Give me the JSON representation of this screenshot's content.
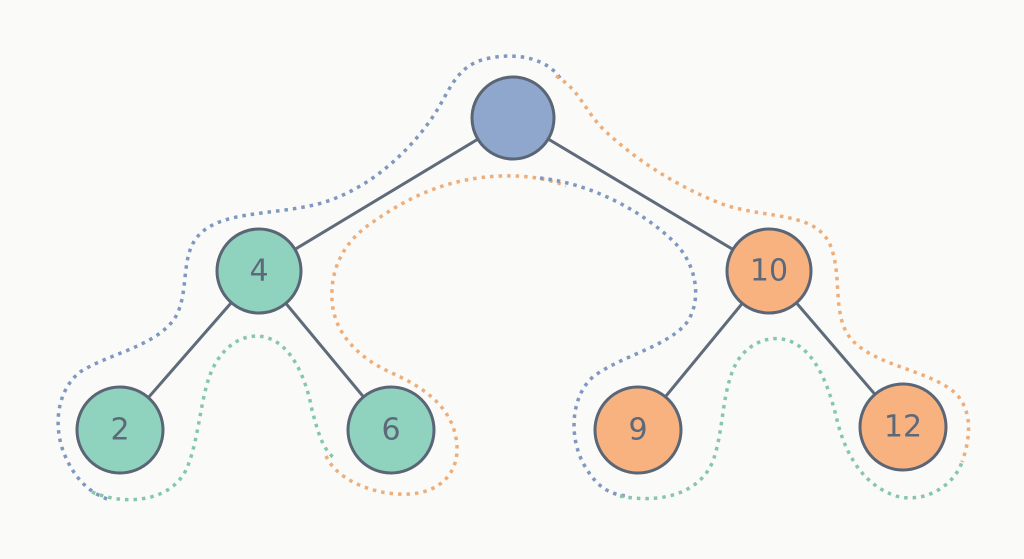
{
  "diagram": {
    "colors": {
      "root": "#8fa7cc",
      "left_subtree": "#8fd3bf",
      "right_subtree": "#f7b27f",
      "outline_blue": "#7f98c0",
      "outline_orange": "#eeae7a",
      "outline_green": "#86c7ac"
    },
    "nodes": [
      {
        "id": "root",
        "label": "",
        "color": "root"
      },
      {
        "id": "n4",
        "label": "4",
        "color": "left_subtree"
      },
      {
        "id": "n10",
        "label": "10",
        "color": "right_subtree"
      },
      {
        "id": "n2",
        "label": "2",
        "color": "left_subtree"
      },
      {
        "id": "n6",
        "label": "6",
        "color": "left_subtree"
      },
      {
        "id": "n9",
        "label": "9",
        "color": "right_subtree"
      },
      {
        "id": "n12",
        "label": "12",
        "color": "right_subtree"
      }
    ],
    "edges": [
      [
        "root",
        "n4"
      ],
      [
        "root",
        "n10"
      ],
      [
        "n4",
        "n2"
      ],
      [
        "n4",
        "n6"
      ],
      [
        "n10",
        "n9"
      ],
      [
        "n10",
        "n12"
      ]
    ]
  }
}
